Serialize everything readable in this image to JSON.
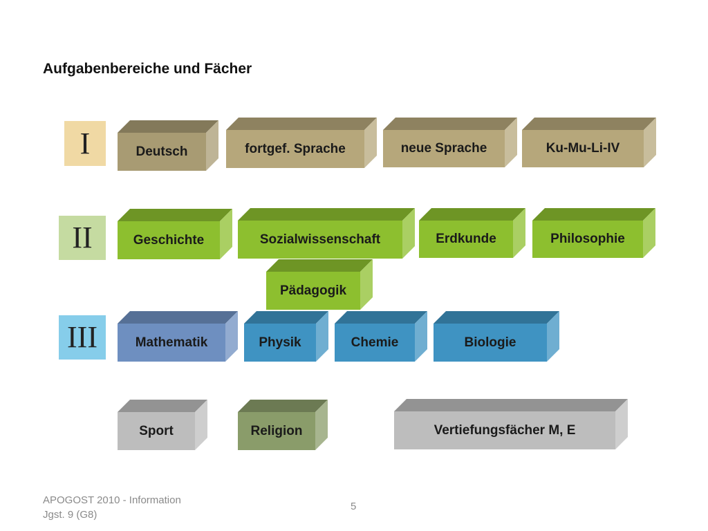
{
  "title": "Aufgabenbereiche und Fächer",
  "areas": [
    {
      "numeral": "I",
      "color": "#f0d9a4"
    },
    {
      "numeral": "II",
      "color": "#c5dba1"
    },
    {
      "numeral": "III",
      "color": "#86cdea"
    }
  ],
  "subjects": {
    "deutsch": {
      "label": "Deutsch",
      "color": "#a89b73"
    },
    "fortgef": {
      "label": "fortgef. Sprache",
      "color": "#b6a77b"
    },
    "neue": {
      "label": "neue Sprache",
      "color": "#b6a77b"
    },
    "kumuli": {
      "label": "Ku-Mu-Li-IV",
      "color": "#b6a77b"
    },
    "geschichte": {
      "label": "Geschichte",
      "color": "#8dbf2f"
    },
    "sowi": {
      "label": "Sozialwissenschaft",
      "color": "#8dbf2f"
    },
    "erdkunde": {
      "label": "Erdkunde",
      "color": "#8dbf2f"
    },
    "philosophie": {
      "label": "Philosophie",
      "color": "#8dbf2f"
    },
    "paedagogik": {
      "label": "Pädagogik",
      "color": "#8dbf2f"
    },
    "mathematik": {
      "label": "Mathematik",
      "color": "#6e8fc0"
    },
    "physik": {
      "label": "Physik",
      "color": "#3f93c2"
    },
    "chemie": {
      "label": "Chemie",
      "color": "#3f93c2"
    },
    "biologie": {
      "label": "Biologie",
      "color": "#3f93c2"
    },
    "sport": {
      "label": "Sport",
      "color": "#bdbdbd"
    },
    "religion": {
      "label": "Religion",
      "color": "#8a9c6a"
    },
    "vertiefung": {
      "label": "Vertiefungsfächer  M, E",
      "color": "#bdbdbd"
    }
  },
  "footer": {
    "line1": "APOGOST 2010 - Information",
    "line2": "Jgst. 9 (G8)",
    "page": "5"
  }
}
